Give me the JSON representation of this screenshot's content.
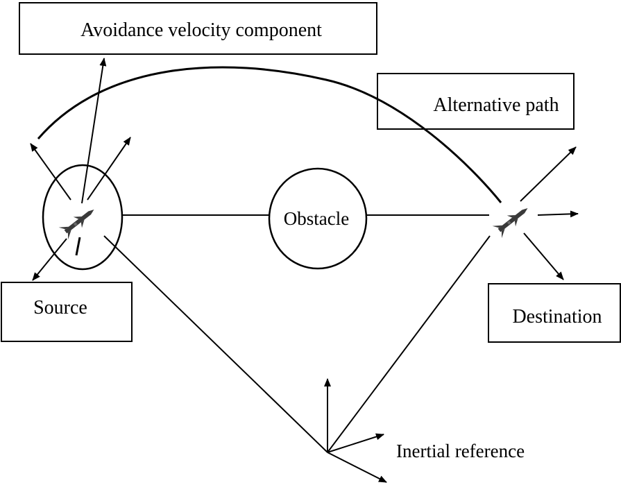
{
  "labels": {
    "avoidance": "Avoidance velocity component",
    "alternative": "Alternative path",
    "obstacle": "Obstacle",
    "source": "Source",
    "destination": "Destination",
    "inertial": "Inertial reference"
  },
  "icons": {
    "source_vehicle": "missile-icon",
    "destination_vehicle": "missile-icon"
  },
  "colors": {
    "line": "#000000",
    "vehicle": "#3a3a3a",
    "background": "#ffffff"
  }
}
